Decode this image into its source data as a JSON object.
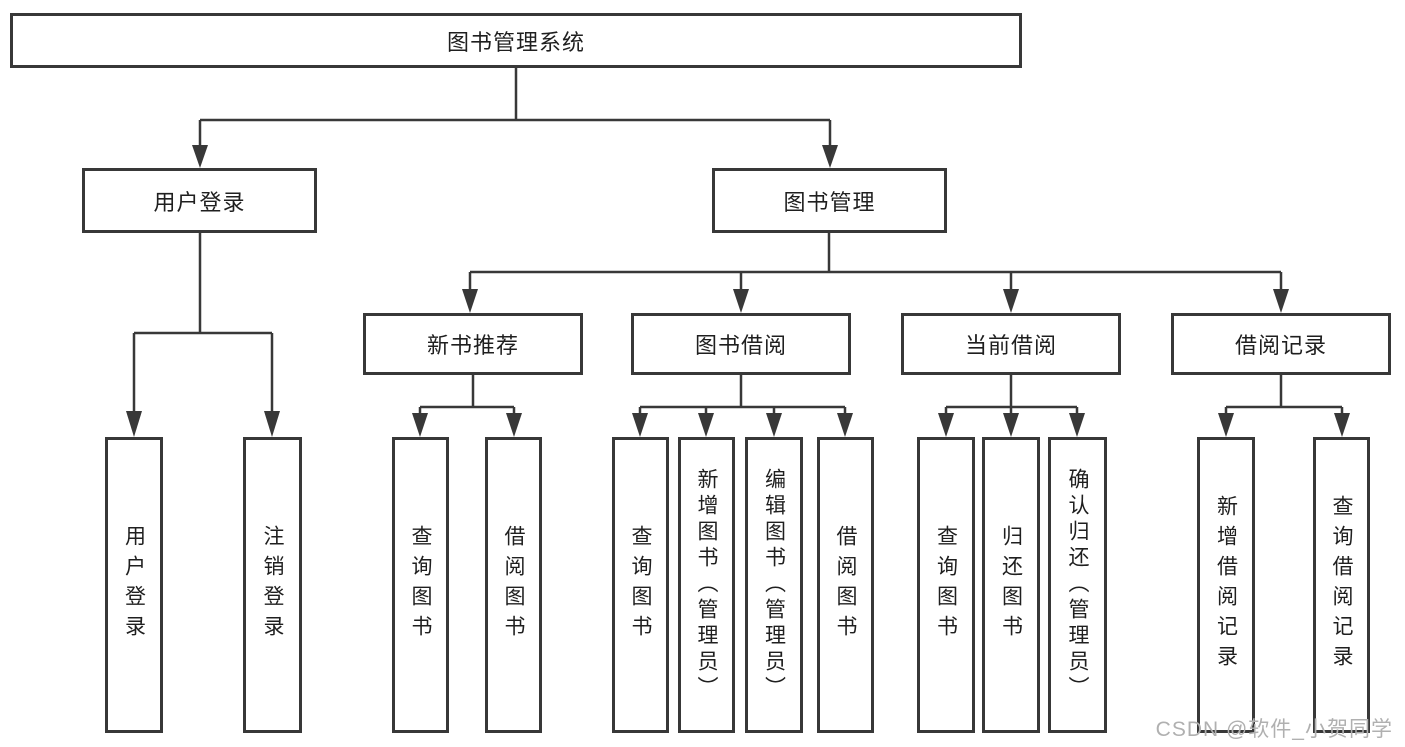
{
  "diagram": {
    "tree": {
      "label": "图书管理系统",
      "children": [
        {
          "label": "用户登录",
          "children": [
            {
              "label": "用户登录"
            },
            {
              "label": "注销登录"
            }
          ]
        },
        {
          "label": "图书管理",
          "children": [
            {
              "label": "新书推荐",
              "children": [
                {
                  "label": "查询图书"
                },
                {
                  "label": "借阅图书"
                }
              ]
            },
            {
              "label": "图书借阅",
              "children": [
                {
                  "label": "查询图书"
                },
                {
                  "label": "新增图书（管理员）"
                },
                {
                  "label": "编辑图书（管理员）"
                },
                {
                  "label": "借阅图书"
                }
              ]
            },
            {
              "label": "当前借阅",
              "children": [
                {
                  "label": "查询图书"
                },
                {
                  "label": "归还图书"
                },
                {
                  "label": "确认归还（管理员）"
                }
              ]
            },
            {
              "label": "借阅记录",
              "children": [
                {
                  "label": "新增借阅记录"
                },
                {
                  "label": "查询借阅记录"
                }
              ]
            }
          ]
        }
      ]
    },
    "watermark": "CSDN @软件_小贺同学",
    "colors": {
      "line": "#383838",
      "text": "#1f1f1f",
      "watermark": "#b0b0b0",
      "background": "#ffffff"
    }
  }
}
